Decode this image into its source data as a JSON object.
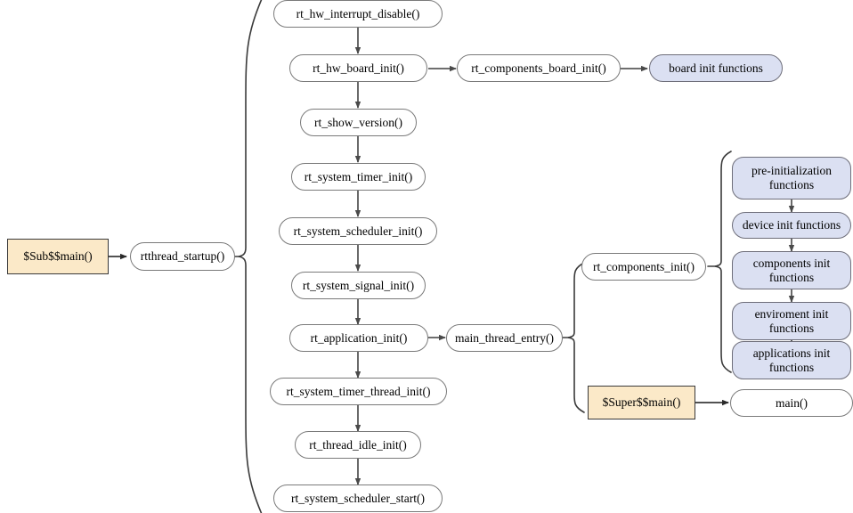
{
  "diagram": {
    "title": "RT-Thread startup sequence flowchart",
    "colors": {
      "node_fill": "#ffffff",
      "node_border": "#7a7a7a",
      "blue_fill": "#dbe0f2",
      "blue_border": "#6e6e7a",
      "tan_fill": "#fbe9c8",
      "tan_border": "#3a3a3a",
      "arrow": "#595959",
      "brace": "#3a3a3a",
      "background": "#ffffff"
    },
    "entry": {
      "sub_main": "$Sub$$main()",
      "rtthread_startup": "rtthread_startup()"
    },
    "startup_sequence": [
      {
        "id": "rt_hw_interrupt_disable",
        "label": "rt_hw_interrupt_disable()"
      },
      {
        "id": "rt_hw_board_init",
        "label": "rt_hw_board_init()"
      },
      {
        "id": "rt_show_version",
        "label": "rt_show_version()"
      },
      {
        "id": "rt_system_timer_init",
        "label": "rt_system_timer_init()"
      },
      {
        "id": "rt_system_scheduler_init",
        "label": "rt_system_scheduler_init()"
      },
      {
        "id": "rt_system_signal_init",
        "label": "rt_system_signal_init()"
      },
      {
        "id": "rt_application_init",
        "label": "rt_application_init()"
      },
      {
        "id": "rt_system_timer_thread_init",
        "label": "rt_system_timer_thread_init()"
      },
      {
        "id": "rt_thread_idle_init",
        "label": "rt_thread_idle_init()"
      },
      {
        "id": "rt_system_scheduler_start",
        "label": "rt_system_scheduler_start()"
      }
    ],
    "board_branch": {
      "components_board_init": "rt_components_board_init()",
      "board_init_functions": "board init functions"
    },
    "application_branch": {
      "main_thread_entry": "main_thread_entry()",
      "components_init": "rt_components_init()",
      "super_main": "$Super$$main()",
      "main": "main()"
    },
    "init_functions": [
      {
        "id": "pre-initialization",
        "line1": "pre-initialization",
        "line2": "functions"
      },
      {
        "id": "device-init",
        "line1": "device init functions",
        "line2": ""
      },
      {
        "id": "components-init",
        "line1": "components init",
        "line2": "functions"
      },
      {
        "id": "enviroment-init",
        "line1": "enviroment init",
        "line2": "functions"
      },
      {
        "id": "applications-init",
        "line1": "applications init",
        "line2": "functions"
      }
    ]
  }
}
